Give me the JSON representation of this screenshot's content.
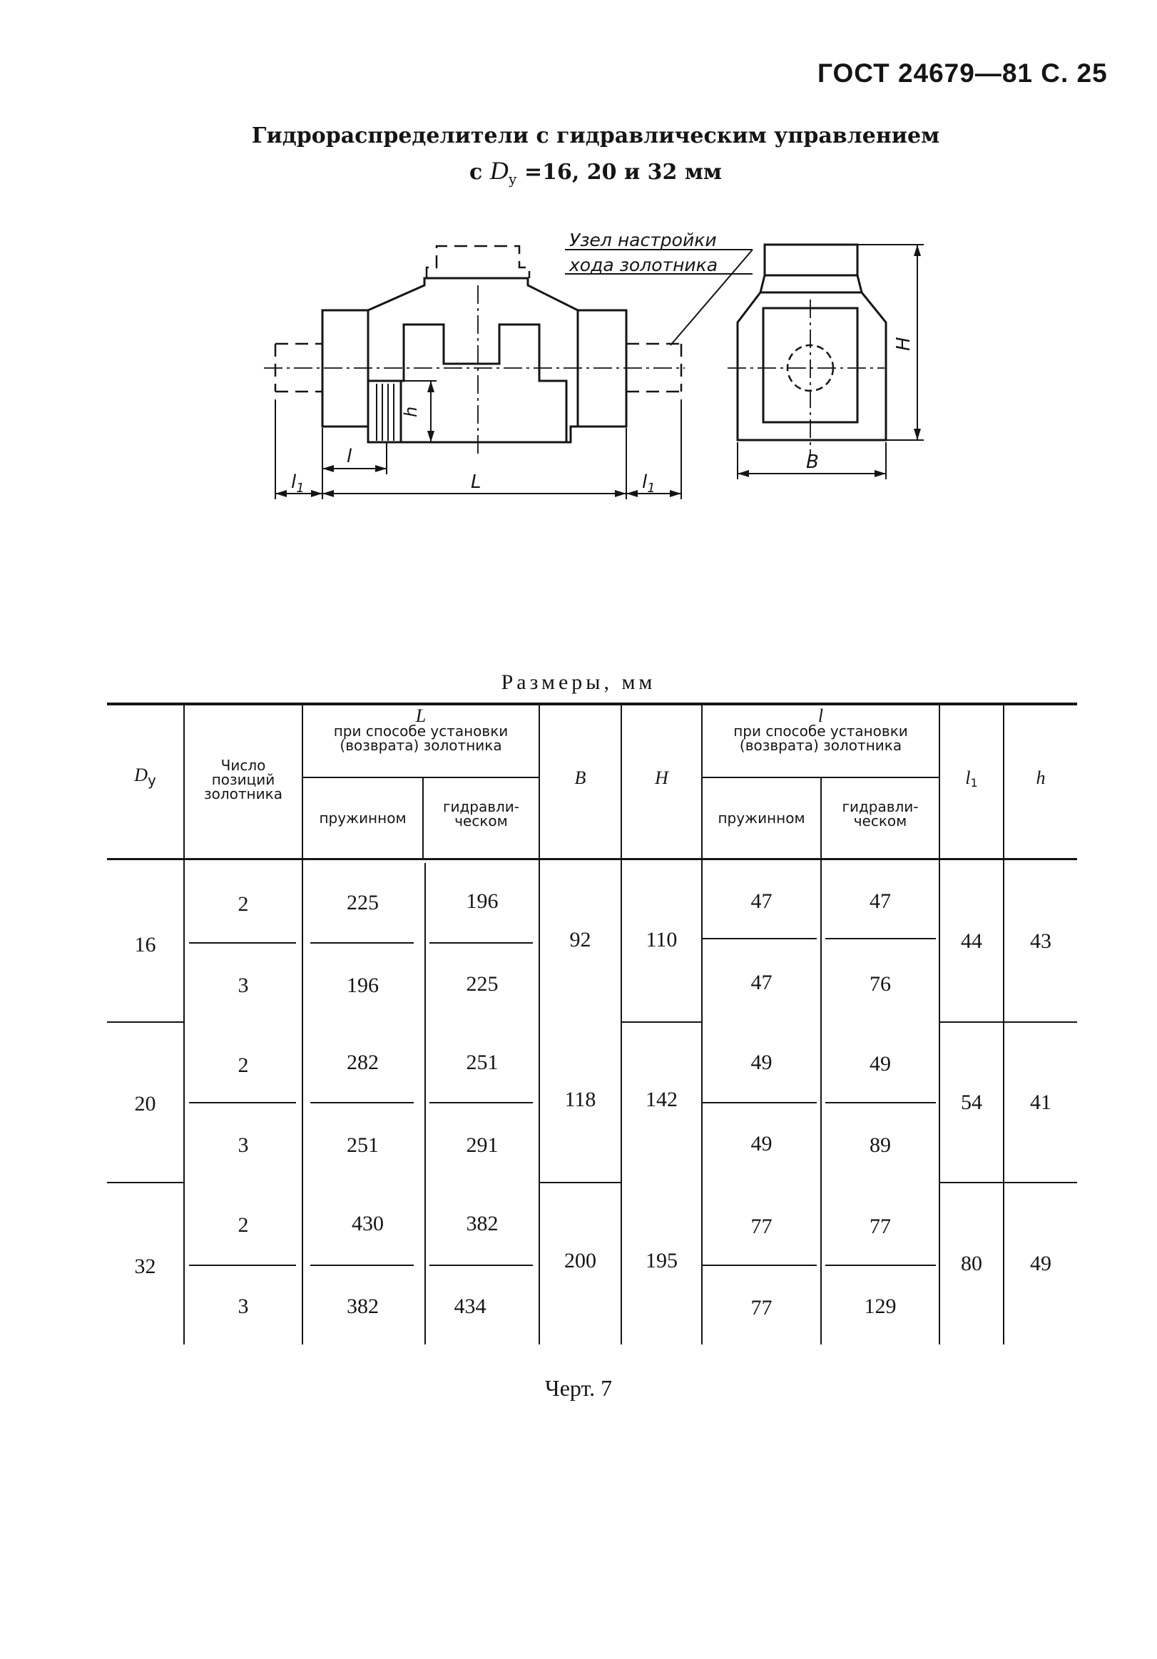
{
  "header": "ГОСТ 24679—81 С. 25",
  "title": {
    "line1": "Гидрораспределители с гидравлическим управлением",
    "line2_prefix": "с ",
    "line2_symbol": "D",
    "line2_sub": "у",
    "line2_suffix": " =16, 20 и 32 мм"
  },
  "drawing": {
    "callout_line1": "Узел настройки",
    "callout_line2": "хода золотника",
    "label_h": "h",
    "label_l_small": "l",
    "label_l_big": "L",
    "label_l1": "l",
    "label_l1_sub": "1",
    "label_H": "H",
    "label_B": "B"
  },
  "table": {
    "caption": "Размеры, мм",
    "headers": {
      "dy": "D",
      "dy_sub": "у",
      "positions": [
        "Число",
        "позиций",
        "золотника"
      ],
      "L_symbol": "L",
      "L_desc": [
        "при способе установки",
        "(возврата) золотника"
      ],
      "spring": "пружинном",
      "hydraulic": [
        "гидравли-",
        "ческом"
      ],
      "B": "B",
      "H": "H",
      "l_symbol": "l",
      "l_desc": [
        "при способе установки",
        "(возврата) золотника"
      ],
      "l1": "l",
      "l1_sub": "1",
      "h": "h"
    },
    "groups": [
      {
        "dy": "16",
        "B": "92",
        "H": "110",
        "l1": "44",
        "h": "43",
        "rows": [
          {
            "pos": "2",
            "L_spring": "225",
            "L_hyd": "196",
            "l_spring": "47",
            "l_hyd": "47"
          },
          {
            "pos": "3",
            "L_spring": "196",
            "L_hyd": "225",
            "l_spring": "47",
            "l_hyd": "76"
          }
        ]
      },
      {
        "dy": "20",
        "B": "118",
        "H": "142",
        "l1": "54",
        "h": "41",
        "rows": [
          {
            "pos": "2",
            "L_spring": "282",
            "L_hyd": "251",
            "l_spring": "49",
            "l_hyd": "49"
          },
          {
            "pos": "3",
            "L_spring": "251",
            "L_hyd": "291",
            "l_spring": "49",
            "l_hyd": "89"
          }
        ]
      },
      {
        "dy": "32",
        "B": "200",
        "H": "195",
        "l1": "80",
        "h": "49",
        "rows": [
          {
            "pos": "2",
            "L_spring": "430",
            "L_hyd": "382",
            "l_spring": "77",
            "l_hyd": "77"
          },
          {
            "pos": "3",
            "L_spring": "382",
            "L_hyd": "434",
            "l_spring": "77",
            "l_hyd": "129"
          }
        ]
      }
    ]
  },
  "figure_caption": "Черт. 7"
}
